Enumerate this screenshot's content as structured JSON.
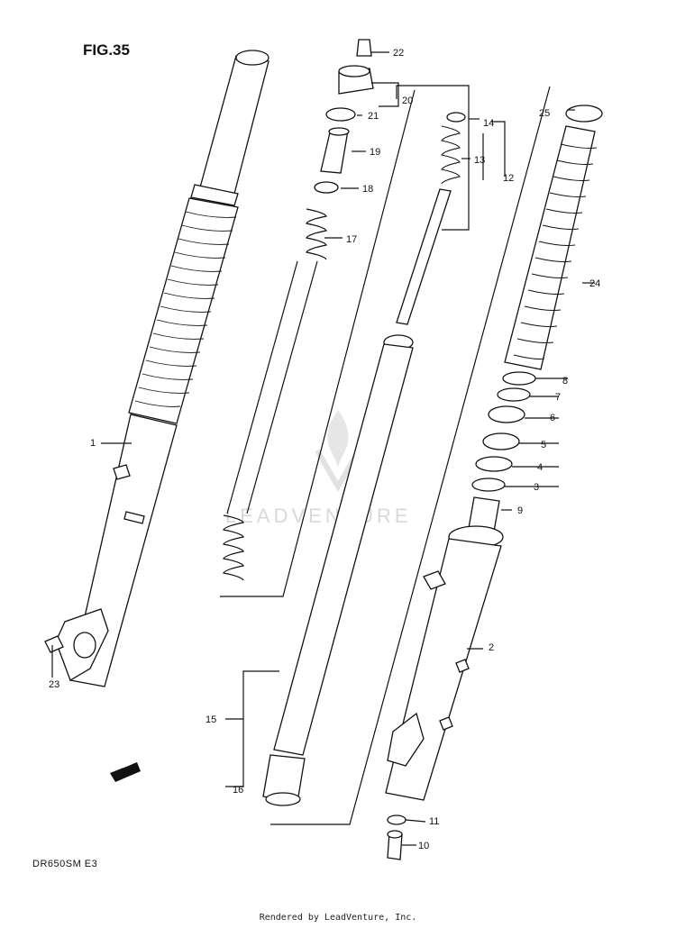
{
  "figure_label": "FIG.35",
  "model_code": "DR650SM  E3",
  "watermark": "LEADVENTURE",
  "footer": "Rendered by LeadVenture, Inc.",
  "callouts": [
    {
      "id": "c1",
      "text": "1"
    },
    {
      "id": "c2",
      "text": "2"
    },
    {
      "id": "c3",
      "text": "3"
    },
    {
      "id": "c4",
      "text": "4"
    },
    {
      "id": "c5",
      "text": "5"
    },
    {
      "id": "c6",
      "text": "6"
    },
    {
      "id": "c7",
      "text": "7"
    },
    {
      "id": "c8",
      "text": "8"
    },
    {
      "id": "c9",
      "text": "9"
    },
    {
      "id": "c10",
      "text": "10"
    },
    {
      "id": "c11",
      "text": "11"
    },
    {
      "id": "c12",
      "text": "12"
    },
    {
      "id": "c13",
      "text": "13"
    },
    {
      "id": "c14",
      "text": "14"
    },
    {
      "id": "c15",
      "text": "15"
    },
    {
      "id": "c16",
      "text": "16"
    },
    {
      "id": "c17",
      "text": "17"
    },
    {
      "id": "c18",
      "text": "18"
    },
    {
      "id": "c19",
      "text": "19"
    },
    {
      "id": "c20",
      "text": "20"
    },
    {
      "id": "c21",
      "text": "21"
    },
    {
      "id": "c22",
      "text": "22"
    },
    {
      "id": "c23",
      "text": "23"
    },
    {
      "id": "c24",
      "text": "24"
    },
    {
      "id": "c25",
      "text": "25"
    }
  ],
  "direction_arrow_icon": "front-arrow-icon"
}
